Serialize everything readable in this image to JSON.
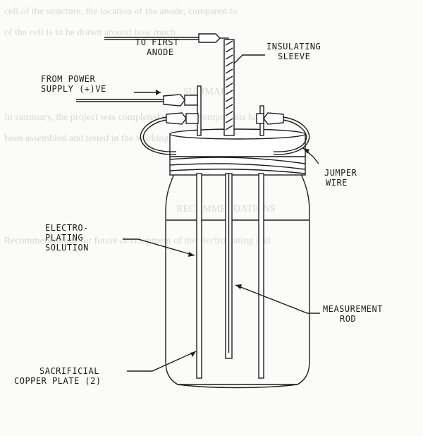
{
  "diagram": {
    "labels": {
      "to_first_anode_1": "TO FIRST",
      "to_first_anode_2": "ANODE",
      "insulating_sleeve_1": "INSULATING",
      "insulating_sleeve_2": "SLEEVE",
      "from_power_supply_1": "FROM POWER",
      "from_power_supply_2": "SUPPLY (+)VE",
      "jumper_wire_1": "JUMPER",
      "jumper_wire_2": "WIRE",
      "electroplating_1": "ELECTRO-",
      "electroplating_2": "PLATING",
      "electroplating_3": "SOLUTION",
      "measurement_rod_1": "MEASUREMENT",
      "measurement_rod_2": "ROD",
      "sacrificial_plate_1": "SACRIFICIAL",
      "sacrificial_plate_2": "COPPER PLATE (2)"
    }
  },
  "colors": {
    "ink": "#1e1e1e",
    "background": "#fbfbf9"
  }
}
